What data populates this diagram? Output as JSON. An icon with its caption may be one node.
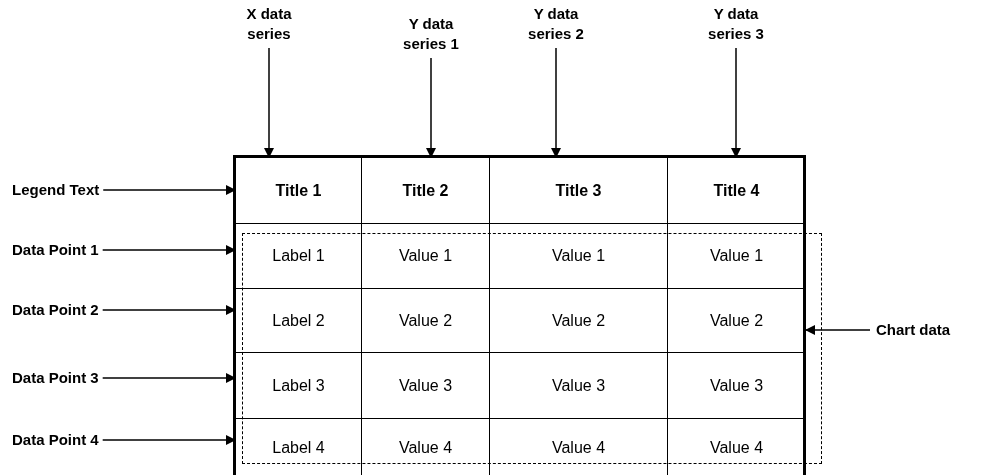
{
  "diagram": {
    "nodes": [
      {
        "text": [
          "X data series"
        ]
      },
      {
        "text": [
          "Y data series 1"
        ]
      },
      {
        "text": [
          "Y data series 2"
        ]
      },
      {
        "text": [
          "Y data series 3"
        ]
      },
      {
        "text": [
          "Legend Text"
        ]
      },
      {
        "text": [
          "Data Point 1"
        ]
      },
      {
        "text": [
          "Data Point 2"
        ]
      },
      {
        "text": [
          "Data Point 3"
        ]
      },
      {
        "text": [
          "Data Point 4"
        ]
      },
      {
        "text": [
          "Chart data"
        ]
      },
      {
        "text": [],
        "shape": "box"
      },
      {
        "text": [
          "Title 1"
        ],
        "in": 10
      },
      {
        "text": [
          "Title 2"
        ],
        "in": 10
      },
      {
        "text": [
          "Title 3"
        ],
        "in": 10
      },
      {
        "text": [
          "Title 4"
        ],
        "in": 10
      },
      {
        "text": [
          "Label 1"
        ],
        "in": 10
      },
      {
        "text": [
          "Value 1"
        ],
        "in": 10
      },
      {
        "text": [
          "Value 1"
        ],
        "in": 10
      },
      {
        "text": [
          "Value 1"
        ],
        "in": 10
      },
      {
        "text": [
          "Label 2"
        ],
        "in": 10
      },
      {
        "text": [
          "Value 2"
        ],
        "in": 10
      },
      {
        "text": [
          "Value 2"
        ],
        "in": 10
      },
      {
        "text": [
          "Value 2"
        ],
        "in": 10
      },
      {
        "text": [
          "Label 3"
        ],
        "in": 10
      },
      {
        "text": [
          "Value 3"
        ],
        "in": 10
      },
      {
        "text": [
          "Value 3"
        ],
        "in": 10
      },
      {
        "text": [
          "Value 3"
        ],
        "in": 10
      },
      {
        "text": [
          "Label 4"
        ],
        "in": 10
      },
      {
        "text": [
          "Value 4"
        ],
        "in": 10
      },
      {
        "text": [
          "Value 4"
        ],
        "in": 10
      },
      {
        "text": [
          "Value 4"
        ],
        "in": 10
      }
    ],
    "edges": [
      {
        "from": 0,
        "to": 11,
        "arrow": "to"
      },
      {
        "from": 1,
        "to": 12,
        "arrow": "to"
      },
      {
        "from": 2,
        "to": 13,
        "arrow": "to"
      },
      {
        "from": 3,
        "to": 14,
        "arrow": "to"
      },
      {
        "from": 4,
        "to": 11,
        "arrow": "to"
      },
      {
        "from": 5,
        "to": 15,
        "arrow": "to"
      },
      {
        "from": 6,
        "to": 19,
        "arrow": "to"
      },
      {
        "from": 7,
        "to": 23,
        "arrow": "to"
      },
      {
        "from": 8,
        "to": 27,
        "arrow": "to"
      },
      {
        "from": 9,
        "to": 22,
        "arrow": "to"
      }
    ]
  }
}
